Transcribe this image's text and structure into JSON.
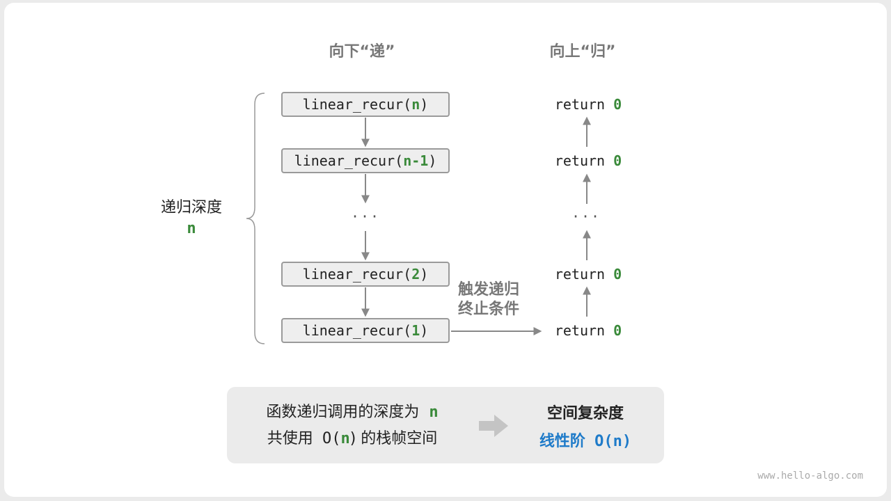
{
  "titles": {
    "down": "向下“递”",
    "up": "向上“归”"
  },
  "calls": [
    {
      "prefix": "linear_recur(",
      "arg": "n",
      "suffix": ")"
    },
    {
      "prefix": "linear_recur(",
      "arg": "n-1",
      "suffix": ")"
    },
    {
      "prefix": "linear_recur(",
      "arg": "2",
      "suffix": ")"
    },
    {
      "prefix": "linear_recur(",
      "arg": "1",
      "suffix": ")"
    }
  ],
  "returns": {
    "keyword": "return ",
    "value": "0"
  },
  "ellipsis": "···",
  "depth": {
    "label": "递归深度",
    "value": "n"
  },
  "termination": {
    "line1": "触发递归",
    "line2": "终止条件"
  },
  "summary": {
    "line1_text": "函数递归调用的深度为",
    "line1_var": "n",
    "line2_pre": "共使用 O(",
    "line2_var": "n",
    "line2_post": ") 的栈帧空间",
    "right_title": "空间复杂度",
    "right_value": "线性阶 O(n)"
  },
  "watermark": "www.hello-algo.com",
  "colors": {
    "accent_green": "#3a8a3a",
    "accent_blue": "#1f7bc9",
    "arrow_gray": "#888888"
  }
}
